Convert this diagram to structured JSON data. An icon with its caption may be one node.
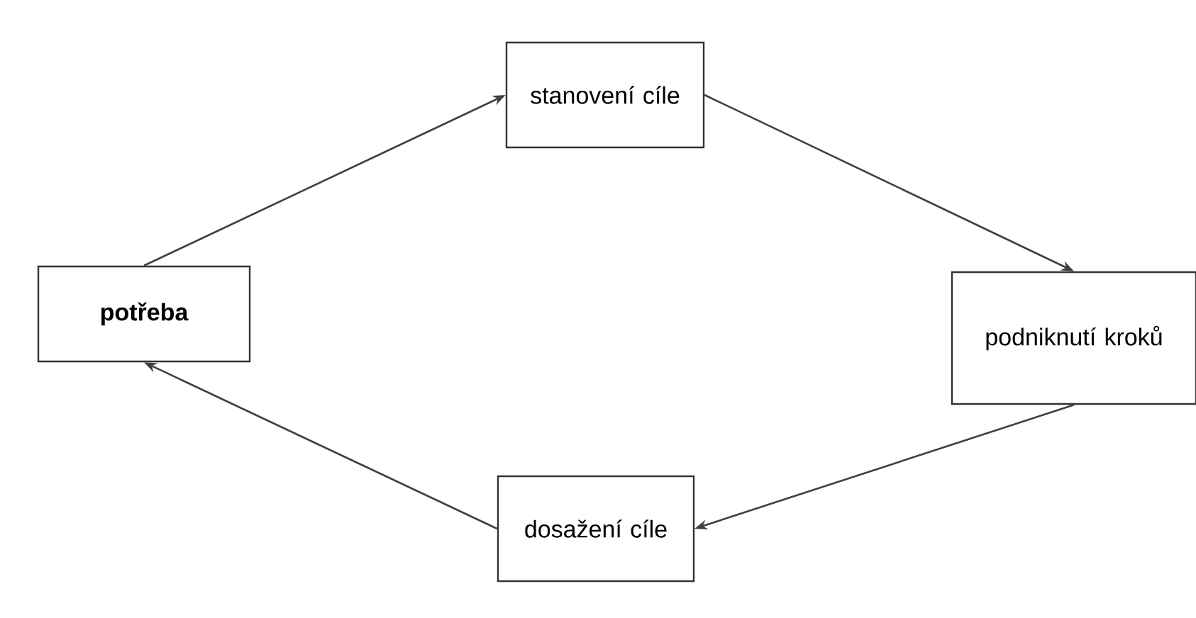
{
  "diagram": {
    "nodes": [
      {
        "text": [
          "potřeba"
        ]
      },
      {
        "text": [
          "stanovení cíle"
        ]
      },
      {
        "text": [
          "podniknutí kroků"
        ]
      },
      {
        "text": [
          "dosažení cíle"
        ]
      }
    ],
    "edges": [
      {
        "from": 0,
        "to": 1,
        "arrow": "to"
      },
      {
        "from": 1,
        "to": 2,
        "arrow": "to"
      },
      {
        "from": 2,
        "to": 3,
        "arrow": "to"
      },
      {
        "from": 3,
        "to": 0,
        "arrow": "to"
      }
    ]
  }
}
